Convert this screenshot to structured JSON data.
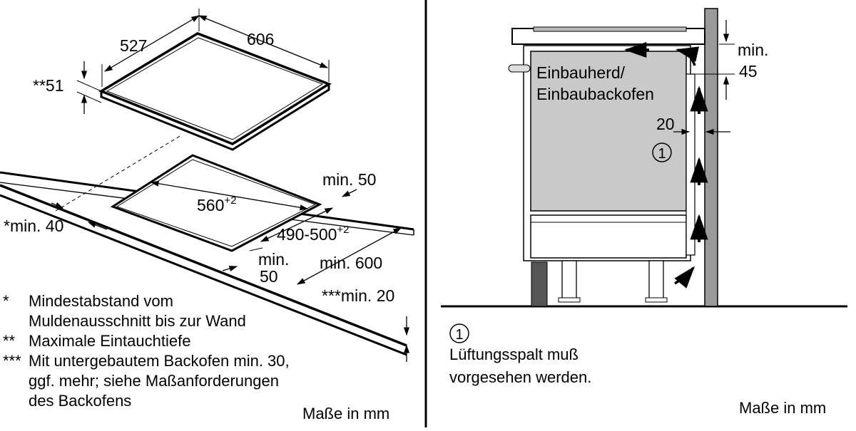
{
  "left_panel": {
    "dimensions": {
      "hob_depth": "527",
      "hob_width": "606",
      "immersion_depth": "**51",
      "cutout_width": "560",
      "cutout_width_tol": "+2",
      "cutout_depth": "490-500",
      "cutout_depth_tol": "+2",
      "min_rear": "min. 50",
      "min_wall": "*min. 40",
      "min_front_1": "min.",
      "min_front_2": "50",
      "min_worktop": "min. 600",
      "min_thickness": "***min. 20"
    },
    "footnotes": [
      {
        "marker": "*",
        "lines": [
          "Mindestabstand vom",
          "Muldenausschnitt bis zur Wand"
        ]
      },
      {
        "marker": "**",
        "lines": [
          "Maximale Eintauchtiefe"
        ]
      },
      {
        "marker": "***",
        "lines": [
          "Mit untergebautem Backofen min. 30,",
          "ggf. mehr; siehe Maßanforderungen",
          "des Backofens"
        ]
      }
    ],
    "units": "Maße in mm"
  },
  "right_panel": {
    "oven_label_line1": "Einbauherd/",
    "oven_label_line2": "Einbaubackofen",
    "gap_top_1": "min.",
    "gap_top_2": "45",
    "gap_side": "20",
    "marker": "1",
    "legend_marker": "1",
    "legend_line1": "Lüftungsspalt muß",
    "legend_line2": "vorgesehen werden.",
    "units": "Maße in mm"
  }
}
